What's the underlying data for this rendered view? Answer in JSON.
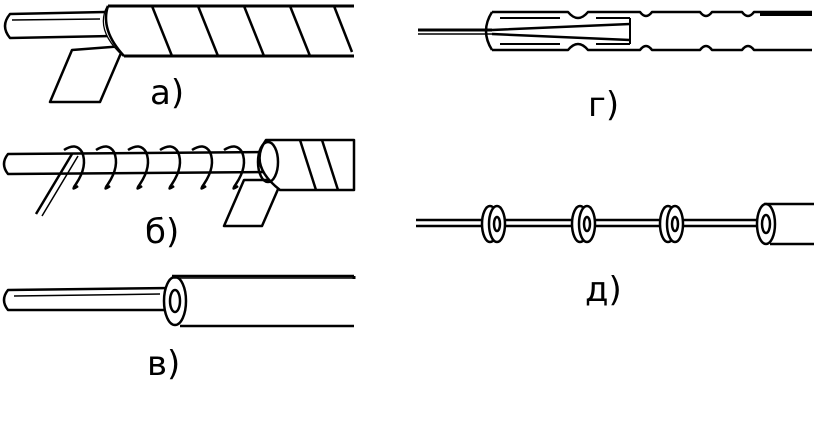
{
  "labels": {
    "a": "а)",
    "b": "б)",
    "v": "в)",
    "g": "г)",
    "d": "д)"
  },
  "colors": {
    "ink": "#000000",
    "paper": "#ffffff",
    "shade": "#e6e6e6"
  }
}
